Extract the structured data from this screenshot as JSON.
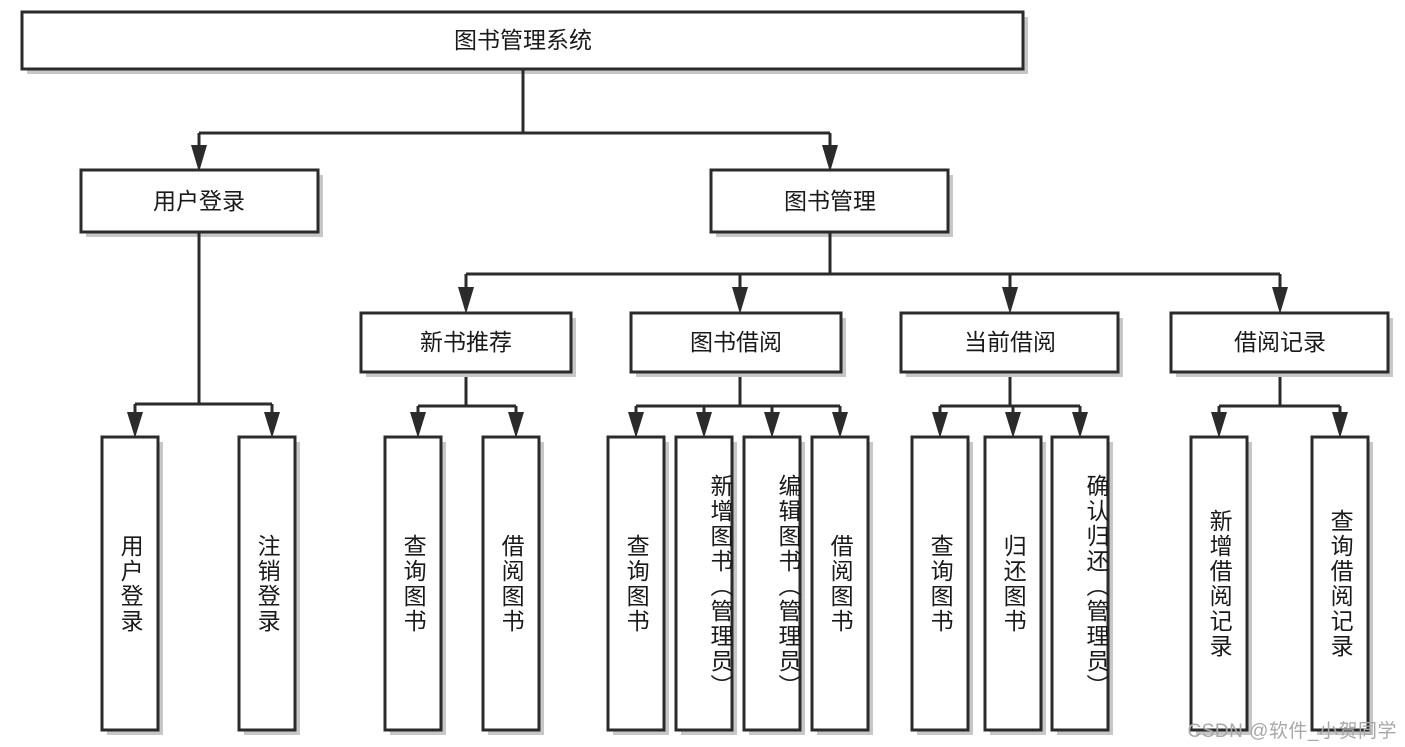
{
  "diagram": {
    "title": "图书管理系统",
    "type": "hierarchy-tree",
    "root": {
      "id": "root",
      "label": "图书管理系统",
      "orientation": "horizontal"
    },
    "level1": [
      {
        "id": "user-login",
        "label": "用户登录",
        "orientation": "horizontal"
      },
      {
        "id": "book-management",
        "label": "图书管理",
        "orientation": "horizontal"
      }
    ],
    "level2": [
      {
        "id": "new-book-recommend",
        "label": "新书推荐",
        "parent": "book-management",
        "orientation": "horizontal"
      },
      {
        "id": "book-borrow",
        "label": "图书借阅",
        "parent": "book-management",
        "orientation": "horizontal"
      },
      {
        "id": "current-borrow",
        "label": "当前借阅",
        "parent": "book-management",
        "orientation": "horizontal"
      },
      {
        "id": "borrow-record",
        "label": "借阅记录",
        "parent": "book-management",
        "orientation": "horizontal"
      }
    ],
    "leaves": [
      {
        "id": "leaf-user-login",
        "label": "用户登录",
        "parent": "user-login",
        "orientation": "vertical"
      },
      {
        "id": "leaf-logout-login",
        "label": "注销登录",
        "parent": "user-login",
        "orientation": "vertical"
      },
      {
        "id": "leaf-query-book-recommend",
        "label": "查询图书",
        "parent": "new-book-recommend",
        "orientation": "vertical"
      },
      {
        "id": "leaf-borrow-book-recommend",
        "label": "借阅图书",
        "parent": "new-book-recommend",
        "orientation": "vertical"
      },
      {
        "id": "leaf-query-book-borrow",
        "label": "查询图书",
        "parent": "book-borrow",
        "orientation": "vertical"
      },
      {
        "id": "leaf-add-book-admin",
        "label": "新增图书（管理员）",
        "parent": "book-borrow",
        "orientation": "vertical"
      },
      {
        "id": "leaf-edit-book-admin",
        "label": "编辑图书（管理员）",
        "parent": "book-borrow",
        "orientation": "vertical"
      },
      {
        "id": "leaf-borrow-book",
        "label": "借阅图书",
        "parent": "book-borrow",
        "orientation": "vertical"
      },
      {
        "id": "leaf-query-book-current",
        "label": "查询图书",
        "parent": "current-borrow",
        "orientation": "vertical"
      },
      {
        "id": "leaf-return-book",
        "label": "归还图书",
        "parent": "current-borrow",
        "orientation": "vertical"
      },
      {
        "id": "leaf-confirm-return-admin",
        "label": "确认归还（管理员）",
        "parent": "current-borrow",
        "orientation": "vertical"
      },
      {
        "id": "leaf-add-borrow-record",
        "label": "新增借阅记录",
        "parent": "borrow-record",
        "orientation": "vertical"
      },
      {
        "id": "leaf-query-borrow-record",
        "label": "查询借阅记录",
        "parent": "borrow-record",
        "orientation": "vertical"
      }
    ],
    "watermark": "CSDN @软件_小贺同学",
    "colors": {
      "stroke": "#2b2b2b",
      "fill": "#ffffff",
      "text": "#1a1a1a",
      "shadow": "#bdbdbd",
      "watermark": "#a8a8a8"
    }
  }
}
